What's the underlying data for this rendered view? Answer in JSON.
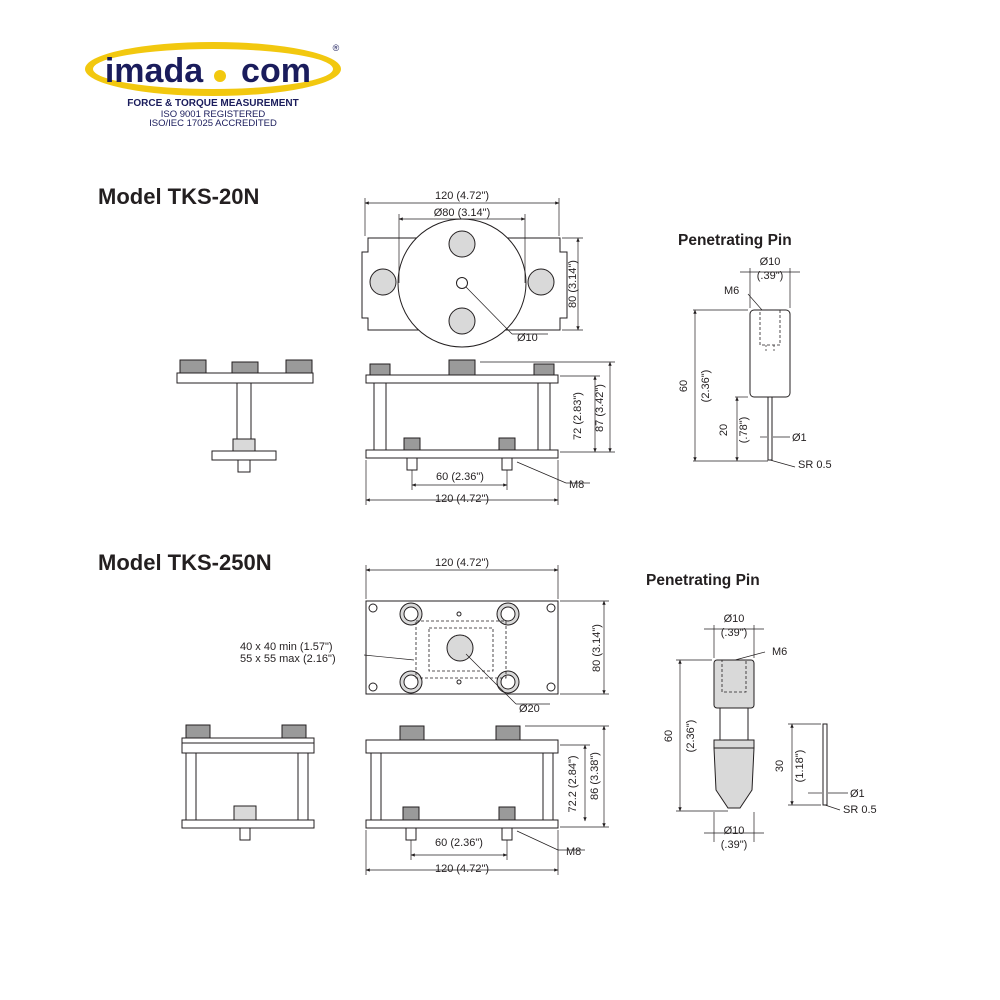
{
  "logo": {
    "wordmark_left": "imada",
    "wordmark_right": "com",
    "registered": "®",
    "tagline": "FORCE & TORQUE MEASUREMENT",
    "cert1": "ISO 9001 REGISTERED",
    "cert2": "ISO/IEC 17025 ACCREDITED",
    "colors": {
      "ellipse": "#f2c80f",
      "text": "#1a1c5c",
      "dot": "#f2c80f"
    }
  },
  "tks20": {
    "title": "Model TKS-20N",
    "top_width": "120 (4.72\")",
    "top_circle": "Ø80 (3.14\")",
    "top_height": "80 (3.14\")",
    "center_hole": "Ø10",
    "front_h1": "72 (2.83\")",
    "front_h2": "87 (3.42\")",
    "front_spacing": "60 (2.36\")",
    "front_width": "120 (4.72\")",
    "thread": "M8",
    "pin": {
      "title": "Penetrating Pin",
      "dia_top": "Ø10",
      "dia_top_in": "(.39\")",
      "thread": "M6",
      "length": "60",
      "length_in": "(2.36\")",
      "tip_len": "20",
      "tip_len_in": "(.78\")",
      "tip_dia": "Ø1",
      "tip_radius": "SR 0.5"
    }
  },
  "tks250": {
    "title": "Model TKS-250N",
    "top_width": "120 (4.72\")",
    "top_height": "80 (3.14\")",
    "sample_min": "40 x 40 min (1.57\")",
    "sample_max": "55 x 55 max (2.16\")",
    "center_hole": "Ø20",
    "front_h1": "72.2 (2.84\")",
    "front_h2": "86 (3.38\")",
    "front_spacing": "60 (2.36\")",
    "front_width": "120 (4.72\")",
    "thread": "M8",
    "pin": {
      "title": "Penetrating Pin",
      "dia_top": "Ø10",
      "dia_top_in": "(.39\")",
      "thread": "M6",
      "length": "60",
      "length_in": "(2.36\")",
      "dia_bottom": "Ø10",
      "dia_bottom_in": "(.39\")",
      "needle_len": "30",
      "needle_len_in": "(1.18\")",
      "tip_dia": "Ø1",
      "tip_radius": "SR 0.5"
    }
  }
}
